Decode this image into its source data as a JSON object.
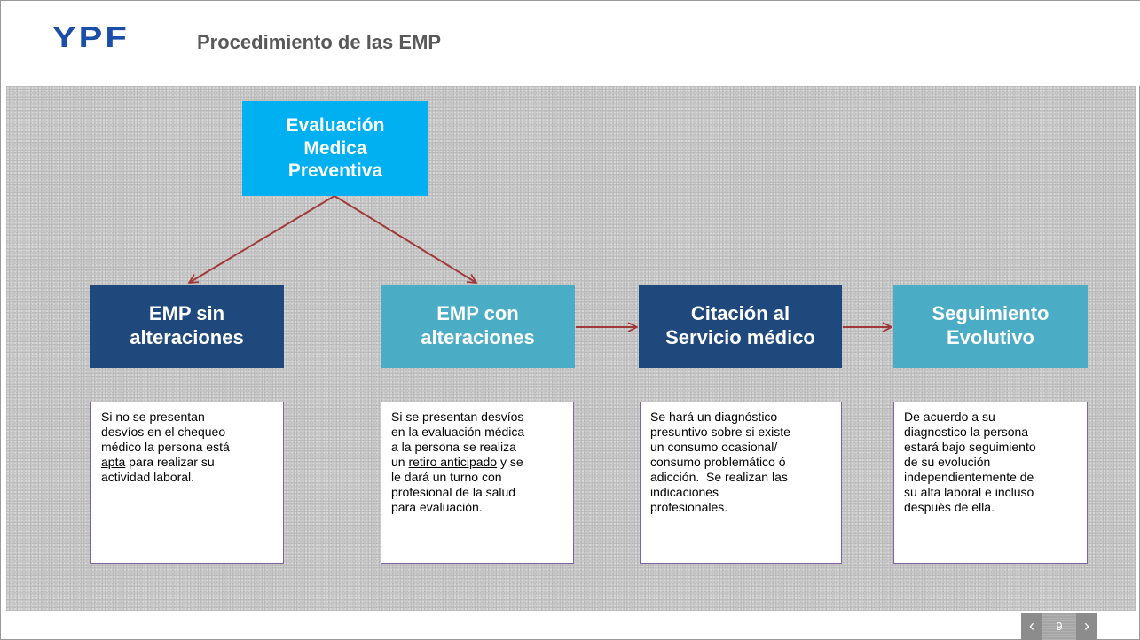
{
  "header": {
    "logo_text": "YPF",
    "title": "Procedimiento de las EMP"
  },
  "diagram": {
    "top_node": {
      "lines": [
        "Evaluación",
        "Medica",
        "Preventiva"
      ]
    },
    "nodes": [
      {
        "lines": [
          "EMP sin",
          "alteraciones"
        ]
      },
      {
        "lines": [
          "EMP con",
          "alteraciones"
        ]
      },
      {
        "lines": [
          "Citación al",
          "Servicio médico"
        ]
      },
      {
        "lines": [
          "Seguimiento",
          "Evolutivo"
        ]
      }
    ],
    "descriptions": [
      {
        "l1": "Si no se presentan",
        "l2": "desvíos en el chequeo",
        "l3": "médico la persona está",
        "l4_u": "apta",
        "l4_rest": " para realizar su",
        "l5": "actividad laboral."
      },
      {
        "l1": "Si se presentan desvíos",
        "l2": "en la evaluación médica",
        "l3": "a la persona se realiza",
        "l4_pre": "un ",
        "l4_u": "retiro anticipado",
        "l4_rest": " y se",
        "l5": "le dará un turno con",
        "l6": "profesional de la salud",
        "l7": "para evaluación."
      },
      {
        "l1": "Se hará un diagnóstico",
        "l2": "presuntivo sobre si existe",
        "l3": "un consumo ocasional/",
        "l4": "consumo problemático ó",
        "l5": "adicción.  Se realizan las",
        "l6": "indicaciones",
        "l7": "profesionales."
      },
      {
        "l1": "De acuerdo a su",
        "l2": "diagnostico la persona",
        "l3": "estará bajo seguimiento",
        "l4": "de su evolución",
        "l5": "independientemente de",
        "l6": "su alta laboral e incluso",
        "l7": "después de ella."
      }
    ]
  },
  "pager": {
    "prev": "‹",
    "page_number": "9",
    "next": "›"
  },
  "colors": {
    "top_node": "#00b0f0",
    "dark_node": "#1f497d",
    "light_node": "#4bacc6",
    "arrow": "#a0393a",
    "desc_border": "#8064a2",
    "logo": "#1a4ea8"
  },
  "icons": [
    "arrow-right-icon",
    "arrow-down-left-icon",
    "arrow-down-right-icon"
  ]
}
